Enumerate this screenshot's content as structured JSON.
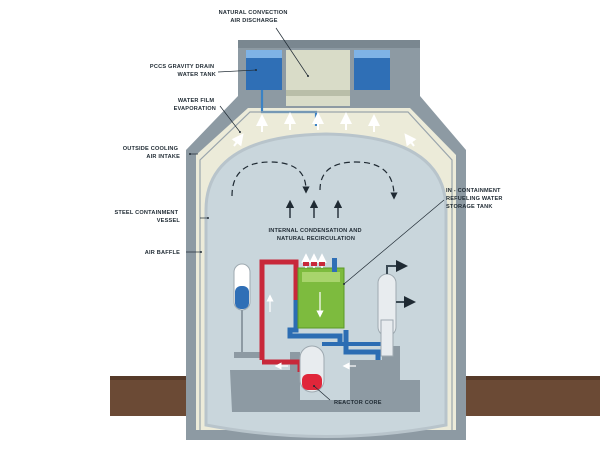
{
  "labels": {
    "natural_convection": [
      "NATURAL CONVECTION",
      "AIR DISCHARGE"
    ],
    "pccs_tank": [
      "PCCS GRAVITY DRAIN",
      "WATER TANK"
    ],
    "water_film": [
      "WATER FILM",
      "EVAPORATION"
    ],
    "outside_cooling": [
      "OUTSIDE COOLING",
      "AIR INTAKE"
    ],
    "steel_vessel": [
      "STEEL CONTAINMENT",
      "VESSEL"
    ],
    "air_baffle": [
      "AIR BAFFLE"
    ],
    "internal_condensation": [
      "INTERNAL CONDENSATION AND",
      "NATURAL RECIRCULATION"
    ],
    "irwst": [
      "IN - CONTAINMENT",
      "REFUELING WATER",
      "STORAGE TANK"
    ],
    "reactor_core": [
      "REACTOR CORE"
    ]
  },
  "colors": {
    "concrete": "#8d9aa3",
    "concrete_dark": "#76838c",
    "air_gap": "#ecebd9",
    "vessel_interior": "#c9d6dc",
    "ground": "#6b4a35",
    "water": "#2f6fb6",
    "hot_leg": "#c8283a",
    "cold_leg": "#2c6db3",
    "irwst_green": "#7dbb3e",
    "core_red": "#e0263a"
  }
}
